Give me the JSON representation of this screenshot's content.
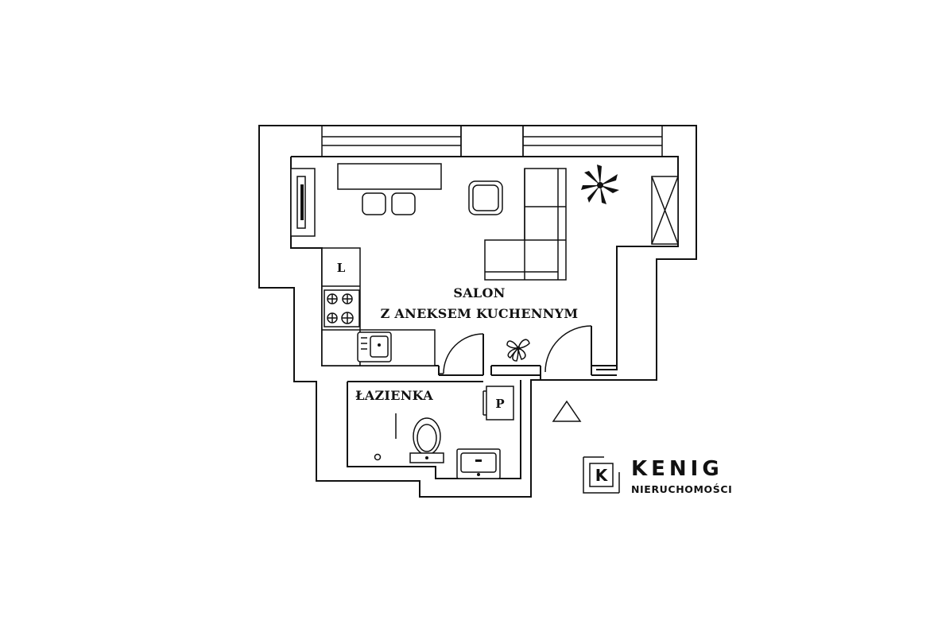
{
  "rooms": {
    "living": {
      "line1": "SALON",
      "line2": "Z ANEKSEM KUCHENNYM"
    },
    "bathroom": {
      "name": "ŁAZIENKA"
    }
  },
  "fixtures": {
    "fridge_label": "L",
    "washer_label": "P"
  },
  "logo": {
    "mark_letter": "K",
    "name": "KENIG",
    "subtitle": "NIERUCHOMOŚCI"
  },
  "icons": {
    "plant": "plant-icon",
    "entrance": "entrance-triangle-icon"
  },
  "colors": {
    "line": "#111111",
    "background": "#ffffff"
  }
}
